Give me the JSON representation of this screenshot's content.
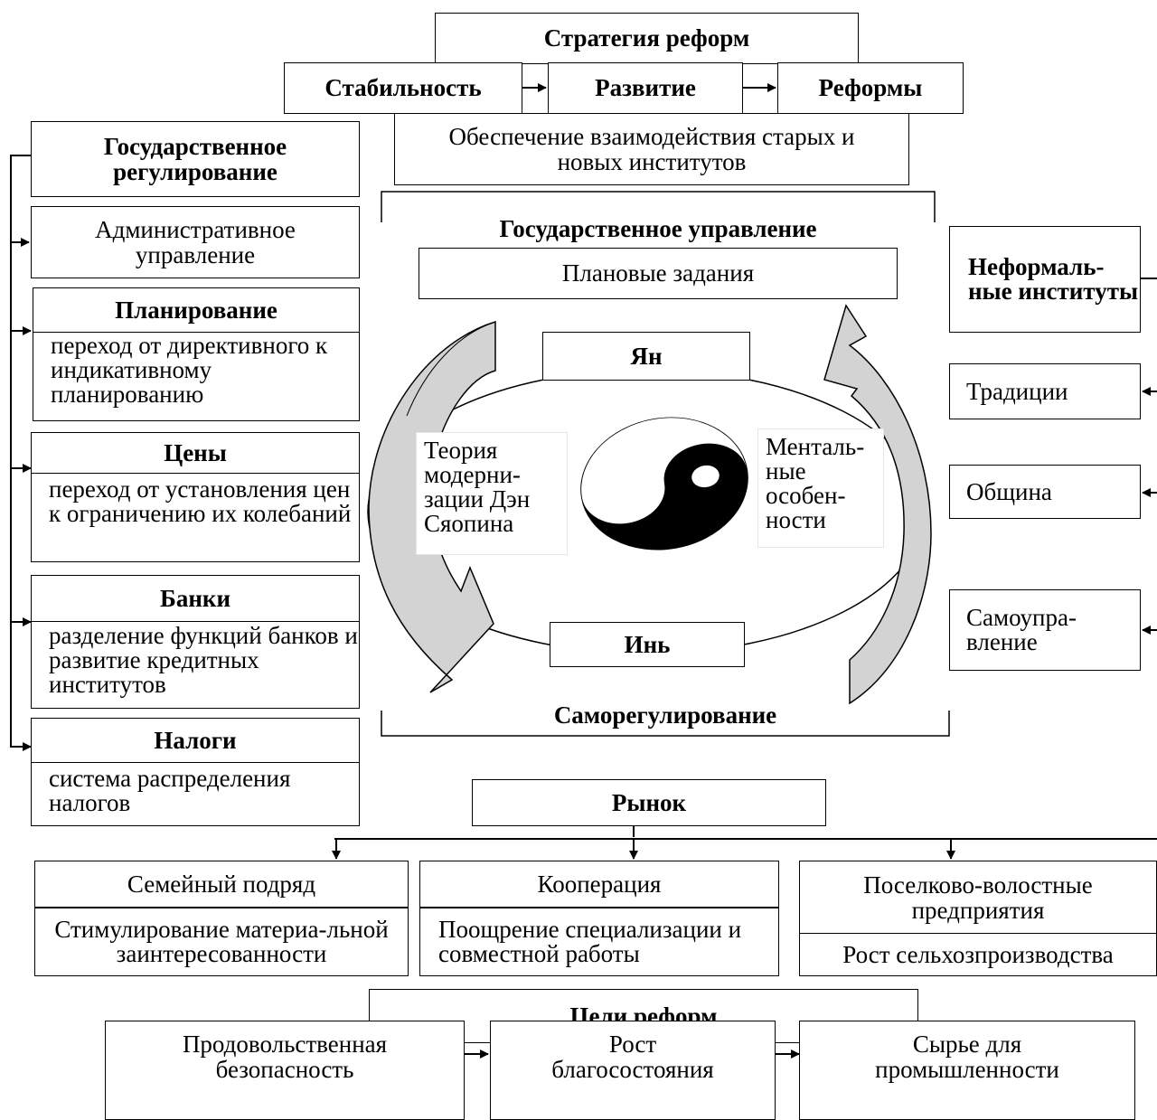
{
  "strategy": {
    "title": "Стратегия реформ",
    "stages": [
      "Стабильность",
      "Развитие",
      "Реформы"
    ],
    "interaction": "Обеспечение взаимодействия старых и новых институтов"
  },
  "state_regulation": {
    "title": "Государственное регулирование",
    "admin": "Административное управление",
    "items": [
      {
        "title": "Планирование",
        "desc": "переход от директивного к индикативному планированию"
      },
      {
        "title": "Цены",
        "desc": "переход от установления цен к ограничению их колебаний"
      },
      {
        "title": "Банки",
        "desc": "разделение функций банков и развитие кредитных институтов"
      },
      {
        "title": "Налоги",
        "desc": "система распределения налогов"
      }
    ]
  },
  "center": {
    "top_label": "Государственное управление",
    "plan": "Плановые задания",
    "yang": "Ян",
    "yin": "Инь",
    "left_note": "Теория модерни-зации Дэн Сяопина",
    "right_note": "Менталь-ные особен-ности",
    "bottom_label": "Саморегулирование"
  },
  "informal": {
    "title": "Неформаль-ные институты",
    "items": [
      "Традиции",
      "Община",
      "Самоупра-вление"
    ]
  },
  "market": {
    "title": "Рынок",
    "items": [
      {
        "title": "Семейный подряд",
        "desc": "Стимулирование материа-льной заинтересованности"
      },
      {
        "title": "Кооперация",
        "desc": "Поощрение специализации и совместной работы"
      },
      {
        "title": "Поселково-волостные предприятия",
        "desc": "Рост сельхозпроизводства"
      }
    ]
  },
  "goals": {
    "title": "Цели реформ",
    "items": [
      "Продовольственная безопасность",
      "Рост благосостояния",
      "Сырье для промышленности"
    ]
  }
}
